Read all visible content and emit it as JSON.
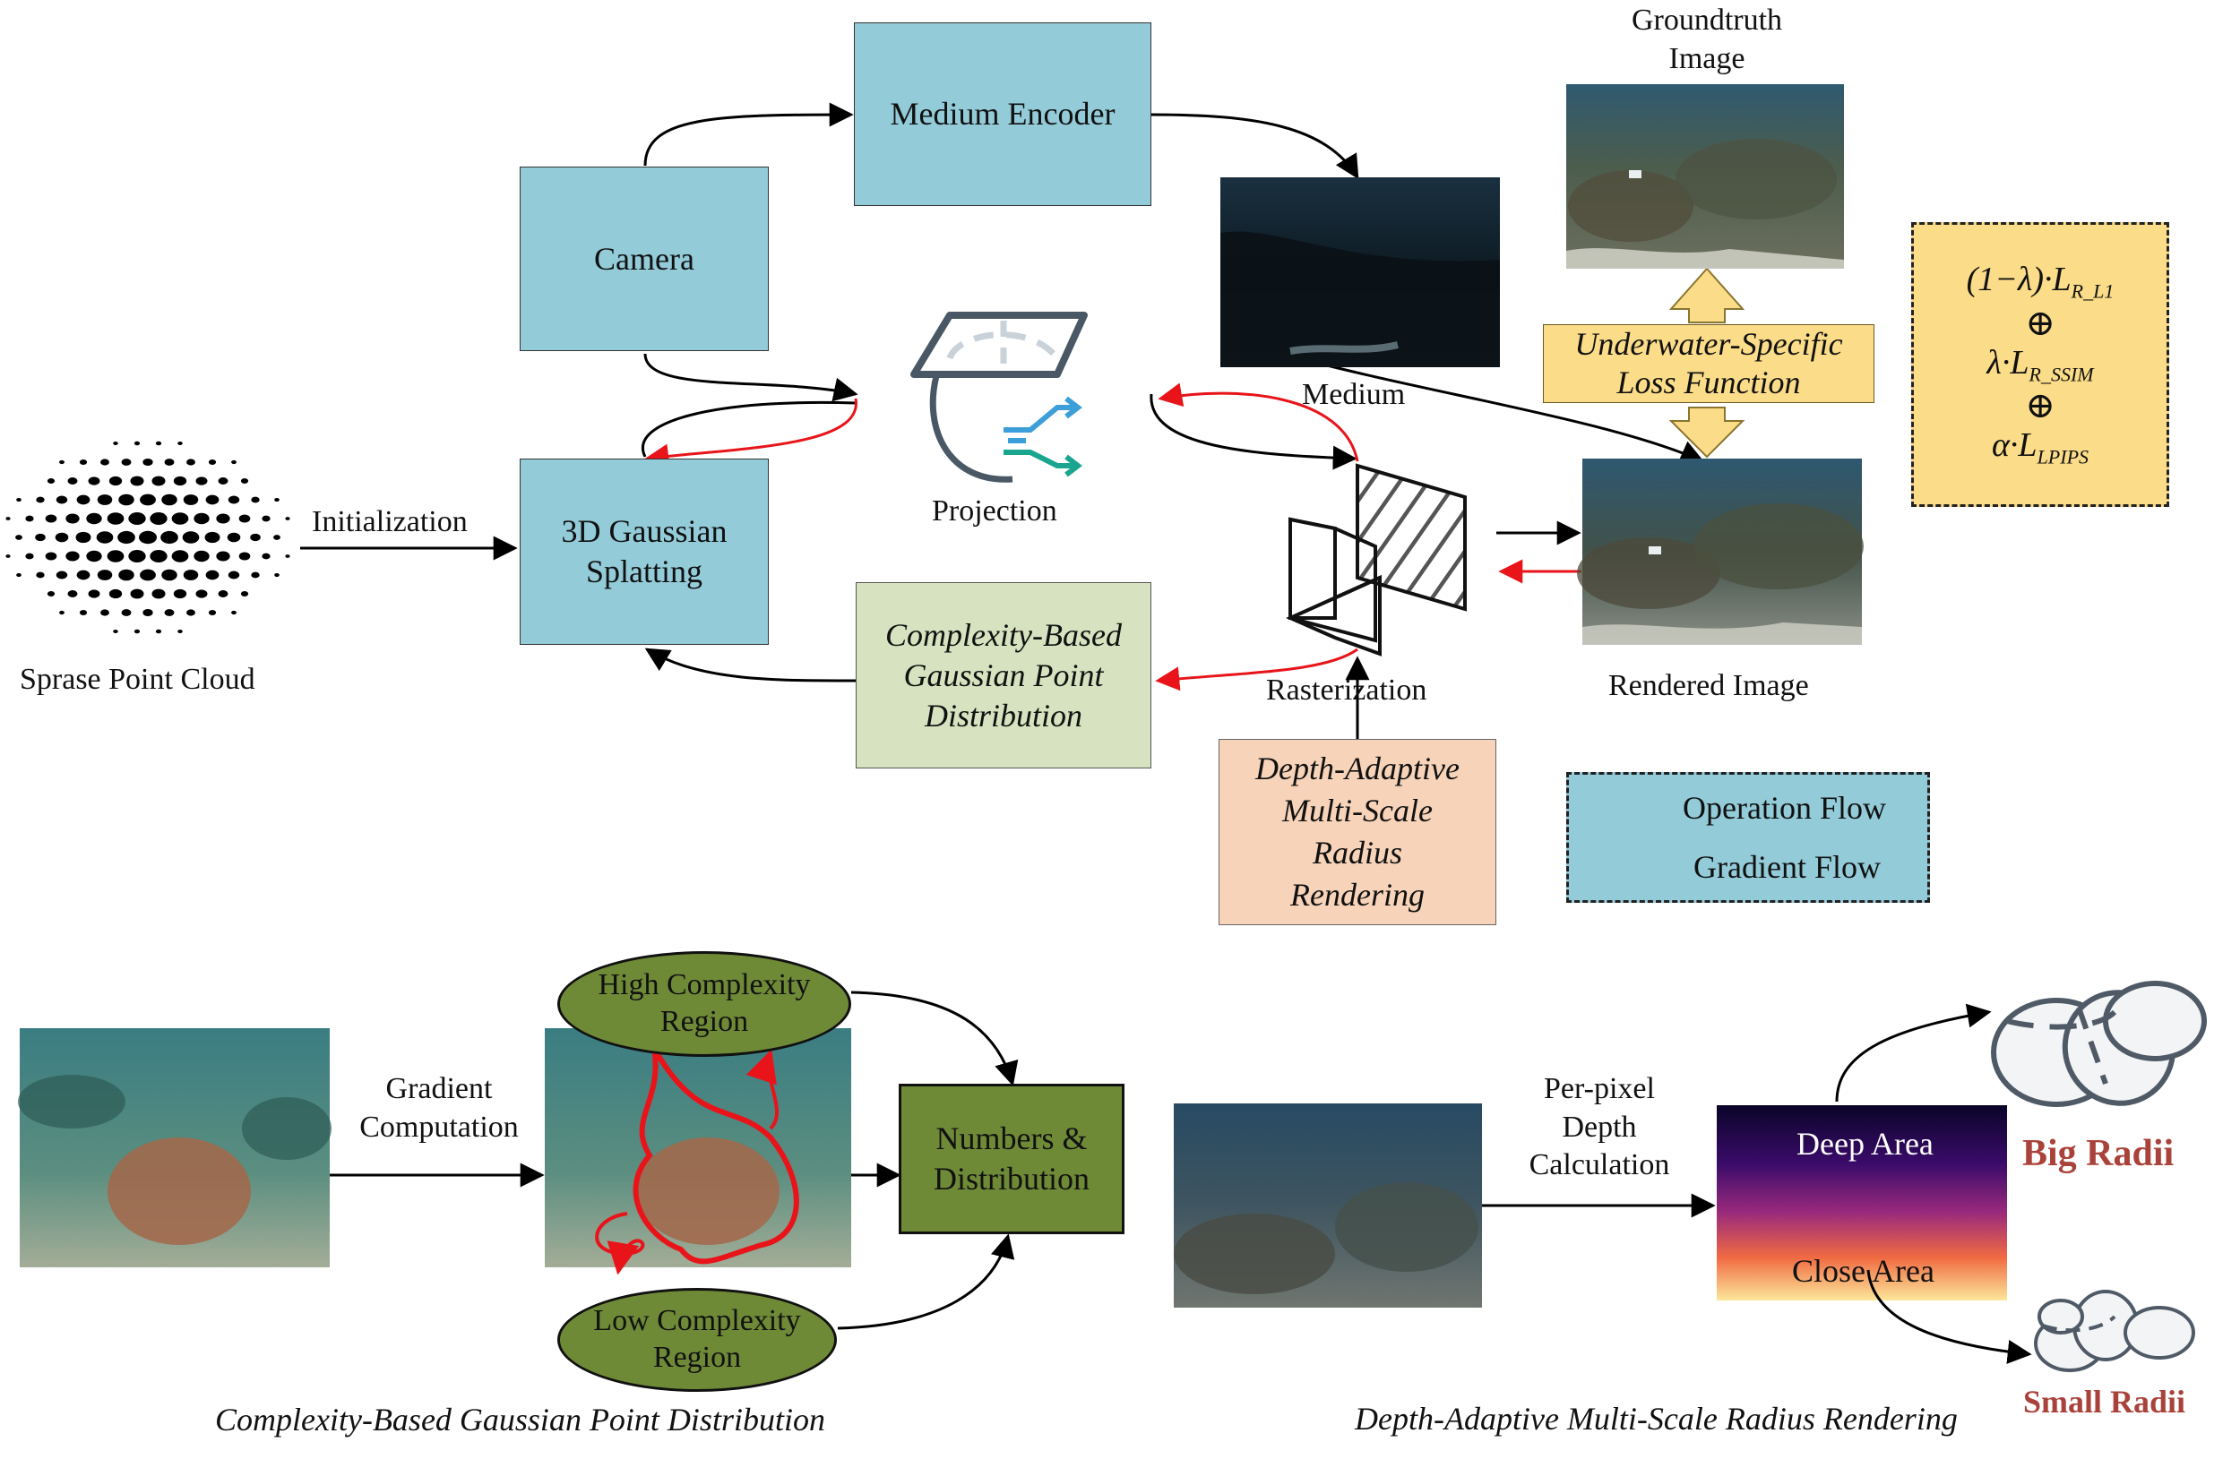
{
  "nodes": {
    "medium_encoder": "Medium Encoder",
    "camera": "Camera",
    "gaussian_splatting": [
      "3D Gaussian",
      "Splatting"
    ],
    "complexity_box": [
      "Complexity-Based",
      "Gaussian Point",
      "Distribution"
    ],
    "depth_box": [
      "Depth-Adaptive",
      "Multi-Scale",
      "Radius",
      "Rendering"
    ],
    "loss_box": [
      "Underwater-Specific",
      "Loss Function"
    ]
  },
  "labels": {
    "groundtruth": [
      "Groundtruth",
      "Image"
    ],
    "medium": "Medium",
    "projection": "Projection",
    "initialization": "Initialization",
    "sparse_point_cloud": "Sprase Point Cloud",
    "rasterization": "Rasterization",
    "rendered_image": "Rendered Image"
  },
  "formula": {
    "term1_prefix": "(1−λ)·L",
    "term1_sub": "R_L1",
    "plus": "⊕",
    "term2_prefix": "λ·L",
    "term2_sub": "R_SSIM",
    "term3_prefix": "α·L",
    "term3_sub": "LPIPS"
  },
  "legend": {
    "operation": "Operation Flow",
    "gradient": "Gradient Flow"
  },
  "complexity_panel": {
    "caption": "Complexity-Based Gaussian Point Distribution",
    "gradient_label": [
      "Gradient",
      "Computation"
    ],
    "high": [
      "High Complexity",
      "Region"
    ],
    "low": [
      "Low Complexity",
      "Region"
    ],
    "numbers": [
      "Numbers &",
      "Distribution"
    ]
  },
  "depth_panel": {
    "caption": "Depth-Adaptive Multi-Scale Radius Rendering",
    "per_pixel": [
      "Per-pixel",
      "Depth",
      "Calculation"
    ],
    "deep": "Deep Area",
    "close": "Close Area",
    "big": "Big Radii",
    "small": "Small Radii"
  },
  "colors": {
    "operation_arrow": "#000000",
    "gradient_arrow": "#e8141a",
    "blue_box": "#93cbd9",
    "green_box": "#d7e3c0",
    "peach_box": "#f7d3b9",
    "yellow_box": "#fbdc88",
    "dark_green": "#6f8a37",
    "radii_text": "#a9423a"
  }
}
